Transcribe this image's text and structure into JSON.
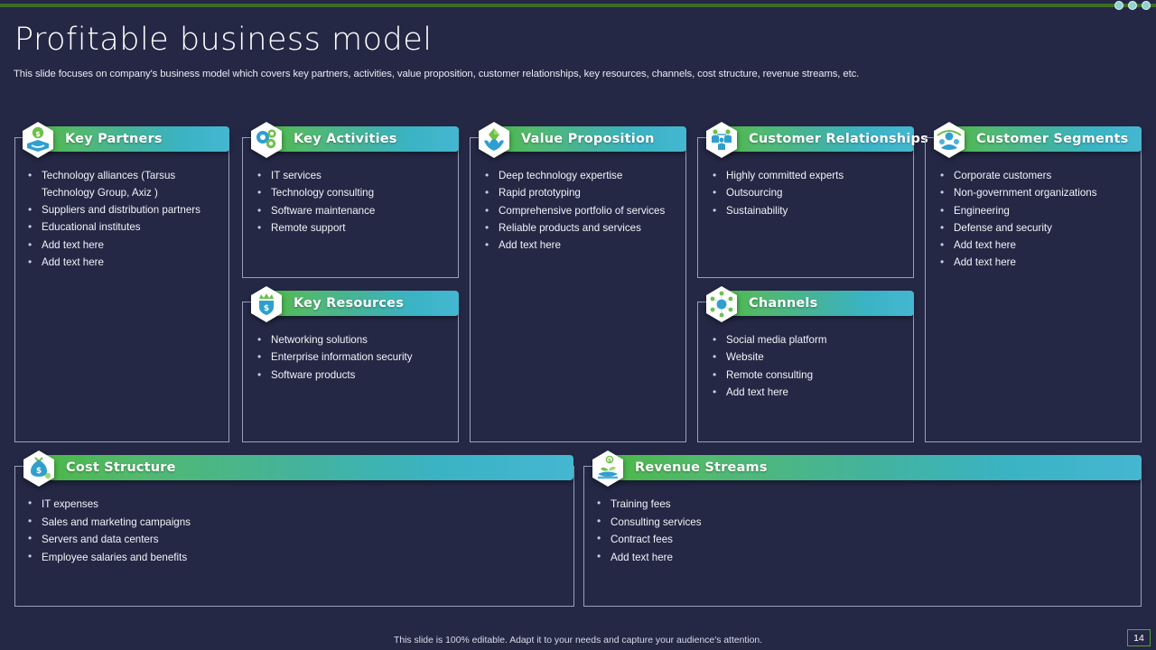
{
  "slide": {
    "title": "Profitable business model",
    "subtitle": "This slide focuses on company's business model which covers key partners, activities, value proposition, customer relationships, key resources, channels, cost structure, revenue streams, etc.",
    "footer_note": "This slide is 100% editable. Adapt it to your needs and capture your audience's attention.",
    "page_number": "14"
  },
  "theme": {
    "background": "#242845",
    "accent_green": "#4cb748",
    "accent_teal": "#45b7d1",
    "top_rule": "#3d6b23",
    "card_border": "#9aa0bc",
    "page_num_border": "#5c9e3a"
  },
  "top_dots": [
    "dot",
    "dot",
    "dot"
  ],
  "blocks": {
    "key_partners": {
      "title": "Key Partners",
      "icon": "handshake-money-icon",
      "items": [
        "Technology alliances (Tarsus Technology Group, Axiz )",
        "Suppliers and distribution partners",
        "Educational institutes",
        "Add text here",
        "Add text here"
      ]
    },
    "key_activities": {
      "title": "Key Activities",
      "icon": "gears-icon",
      "items": [
        "IT services",
        "Technology consulting",
        "Software maintenance",
        "Remote support"
      ]
    },
    "key_resources": {
      "title": "Key Resources",
      "icon": "crown-shield-icon",
      "items": [
        "Networking solutions",
        "Enterprise information security",
        "Software products"
      ]
    },
    "value_proposition": {
      "title": "Value Proposition",
      "icon": "hands-diamond-icon",
      "items": [
        "Deep technology expertise",
        "Rapid prototyping",
        "Comprehensive  portfolio of services",
        "Reliable products and services",
        "Add text here"
      ]
    },
    "customer_relationships": {
      "title": "Customer Relationships",
      "icon": "people-network-icon",
      "items": [
        "Highly committed experts",
        "Outsourcing",
        "Sustainability"
      ]
    },
    "channels": {
      "title": "Channels",
      "icon": "network-hub-icon",
      "items": [
        "Social media platform",
        "Website",
        "Remote consulting",
        "Add text here"
      ]
    },
    "customer_segments": {
      "title": "Customer Segments",
      "icon": "people-group-icon",
      "items": [
        "Corporate customers",
        "Non-government  organizations",
        "Engineering",
        "Defense and security",
        "Add text here",
        "Add text here"
      ]
    },
    "cost_structure": {
      "title": "Cost Structure",
      "icon": "money-bag-icon",
      "items": [
        "IT expenses",
        "Sales and marketing campaigns",
        "Servers and data centers",
        "Employee salaries and benefits"
      ]
    },
    "revenue_streams": {
      "title": "Revenue Streams",
      "icon": "hand-plant-money-icon",
      "items": [
        "Training fees",
        "Consulting services",
        "Contract fees",
        "Add text here"
      ]
    }
  }
}
